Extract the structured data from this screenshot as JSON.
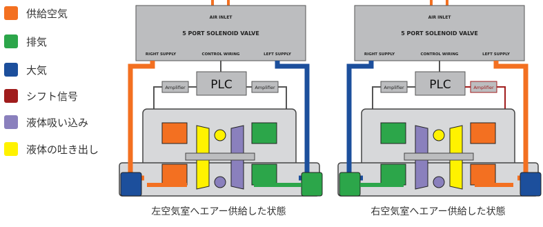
{
  "legend": [
    {
      "label": "供給空気",
      "color": "#f37021"
    },
    {
      "label": "排気",
      "color": "#2ca64a"
    },
    {
      "label": "大気",
      "color": "#1c4f9c"
    },
    {
      "label": "シフト信号",
      "color": "#a01c1c"
    },
    {
      "label": "液体吸い込み",
      "color": "#8a80bd"
    },
    {
      "label": "液体の吐き出し",
      "color": "#fff200"
    }
  ],
  "diagram_labels": {
    "air_inlet": "AIR INLET",
    "valve": "5 PORT SOLENOID VALVE",
    "right_supply": "RIGHT SUPPLY",
    "control_wiring": "CONTROL WIRING",
    "left_supply": "LEFT SUPPLY",
    "plc": "PLC",
    "amplifier": "Amplifier"
  },
  "captions": {
    "left": "左空気室へエアー供給した状態",
    "right": "右空気室へエアー供給した状態"
  }
}
